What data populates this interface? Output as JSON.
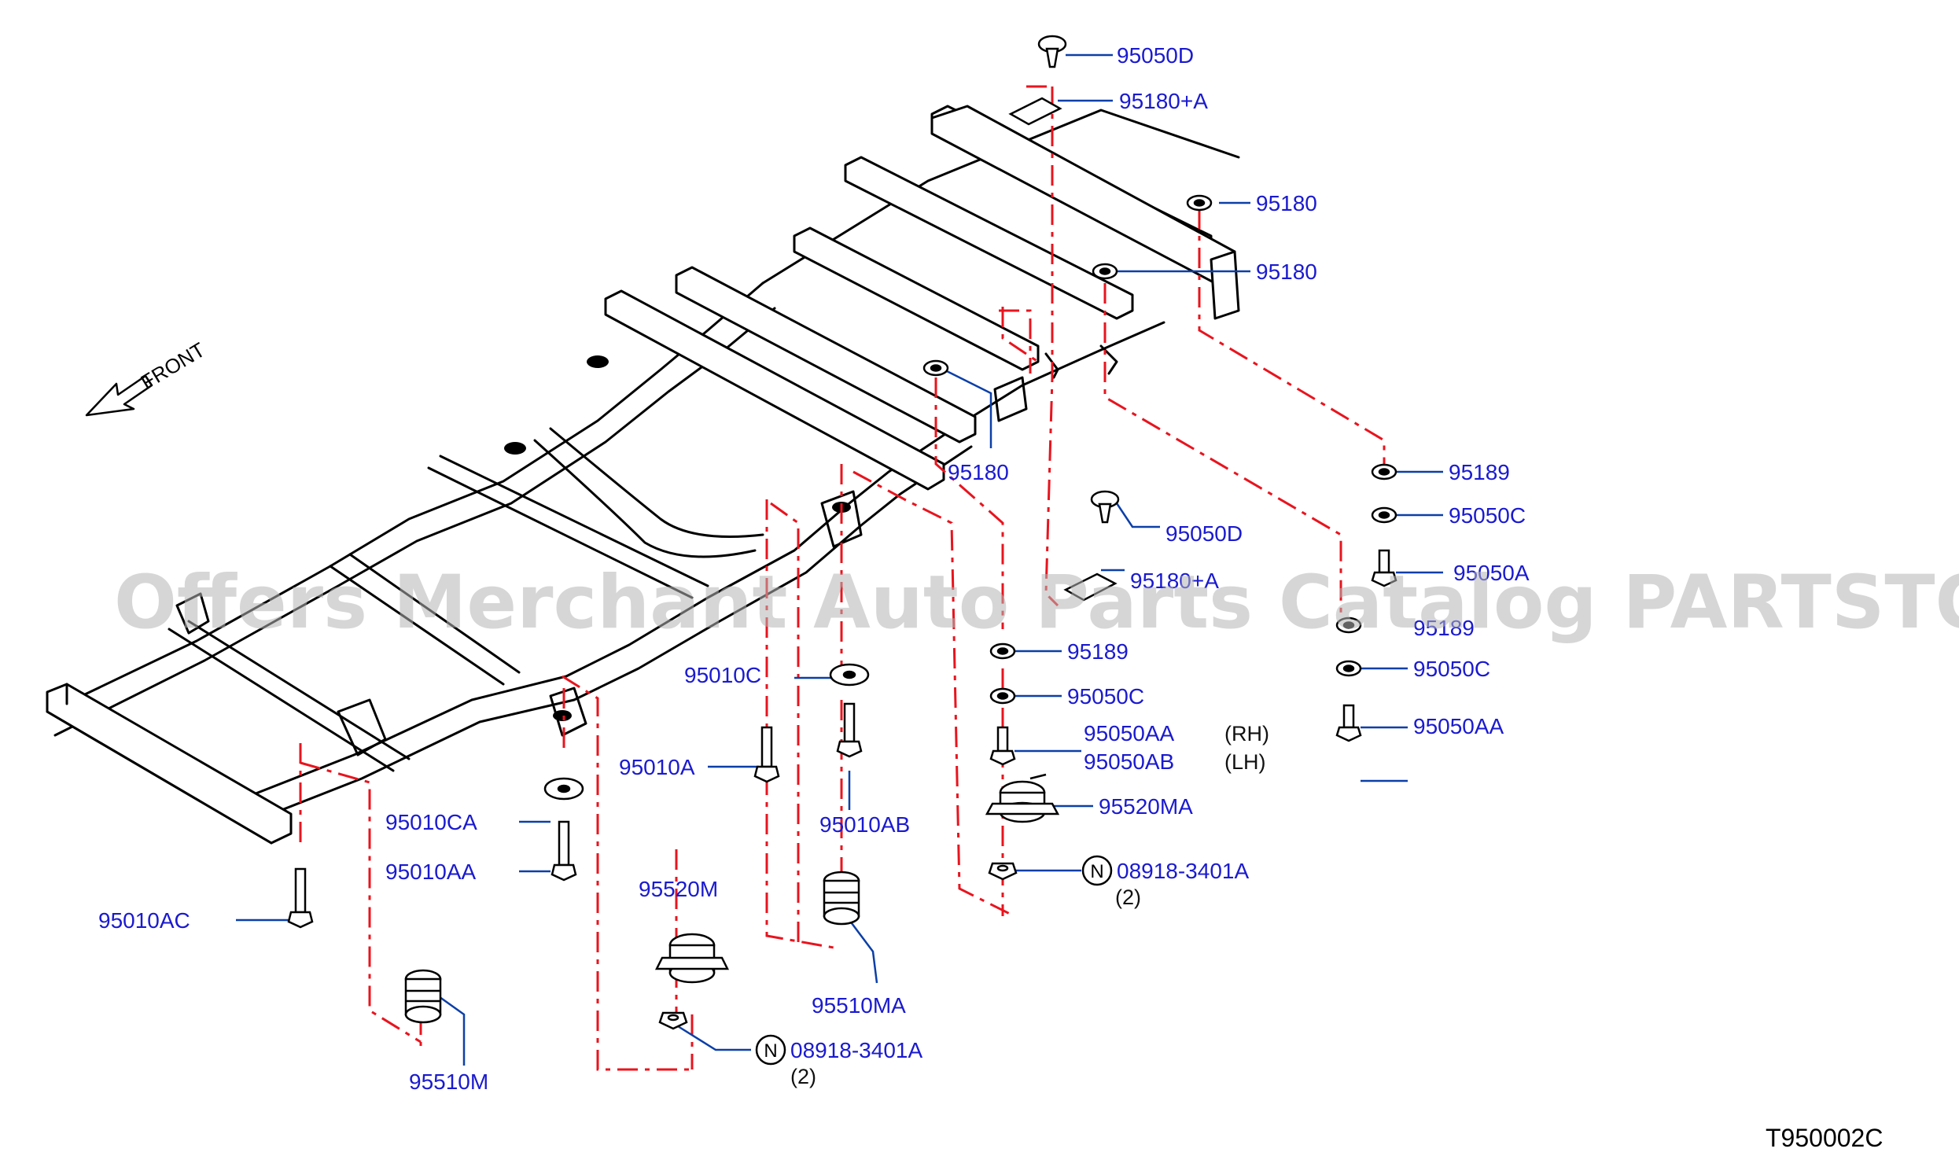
{
  "front_label": "FRONT",
  "diagram_code": "T950002C",
  "watermark": "Offers Merchant Auto Parts Catalog PARTSTORE.SA",
  "colors": {
    "part_number": "#1a1ad0",
    "leader": "#0b3fa8",
    "dash": "#e8141e",
    "frame": "#000000"
  },
  "parts": {
    "p95050D_top": "95050D",
    "p95180A_top": "95180+A",
    "p95180_1": "95180",
    "p95180_2": "95180",
    "p95180_3": "95180",
    "p95189_right": "95189",
    "p95050C_right": "95050C",
    "p95050A_right": "95050A",
    "p95189_right2": "95189",
    "p95050C_right2": "95050C",
    "p95050AA_right": "95050AA",
    "p95050D_mid": "95050D",
    "p95180A_mid": "95180+A",
    "p95189_mid": "95189",
    "p95050C_mid": "95050C",
    "p95050AA_mid": "95050AA",
    "p95050AB_mid": "95050AB",
    "rh": "(RH)",
    "lh": "(LH)",
    "p95520MA": "95520MA",
    "p08918_right": "08918-3401A",
    "qty_right": "(2)",
    "p95010C": "95010C",
    "p95010A": "95010A",
    "p95010AB": "95010AB",
    "p95510MA": "95510MA",
    "p95520M": "95520M",
    "p08918_left": "08918-3401A",
    "qty_left": "(2)",
    "p95010CA": "95010CA",
    "p95010AA": "95010AA",
    "p95010AC": "95010AC",
    "p95510M": "95510M",
    "n_symbol": "N"
  }
}
